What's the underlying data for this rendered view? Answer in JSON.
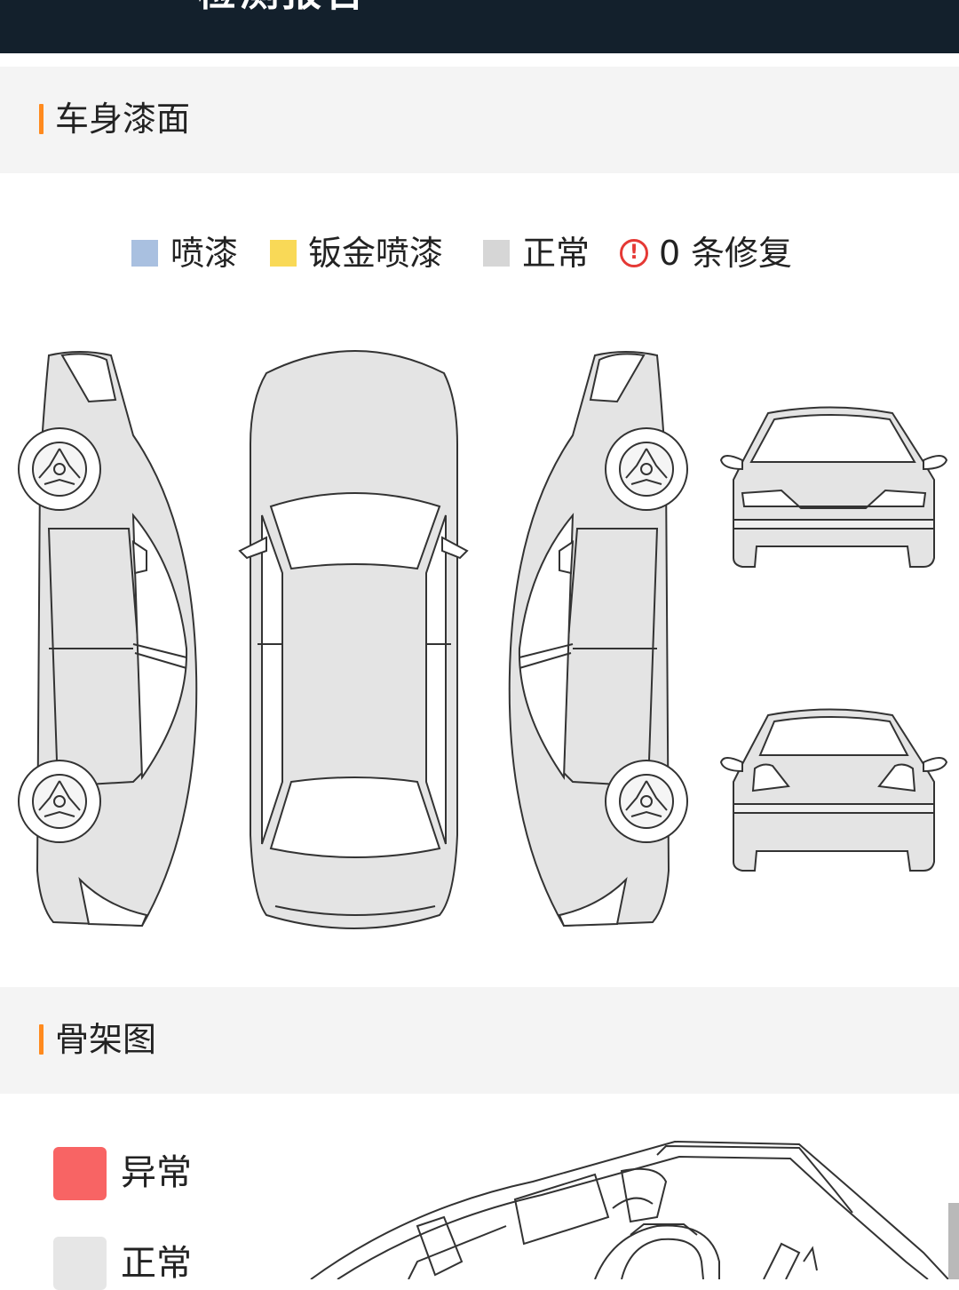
{
  "header": {
    "title": "检测报告"
  },
  "paint_section": {
    "title": "车身漆面",
    "legend": [
      {
        "label": "喷漆",
        "color": "#a9c0e0"
      },
      {
        "label": "钣金喷漆",
        "color": "#f9d957"
      },
      {
        "label": "正常",
        "color": "#d6d6d6"
      }
    ],
    "repair_icon": "!",
    "repair_count": "0",
    "repair_suffix": "条修复",
    "diagram_views": [
      "left-side",
      "top",
      "right-side",
      "front",
      "rear"
    ]
  },
  "frame_section": {
    "title": "骨架图",
    "legend": [
      {
        "label": "异常",
        "color": "#f86464"
      },
      {
        "label": "正常",
        "color": "#e6e6e6"
      }
    ]
  },
  "colors": {
    "accent": "#ff8a1e",
    "header_bg": "#13202c",
    "section_bg": "#f4f4f4",
    "repair_warning": "#e53935"
  }
}
